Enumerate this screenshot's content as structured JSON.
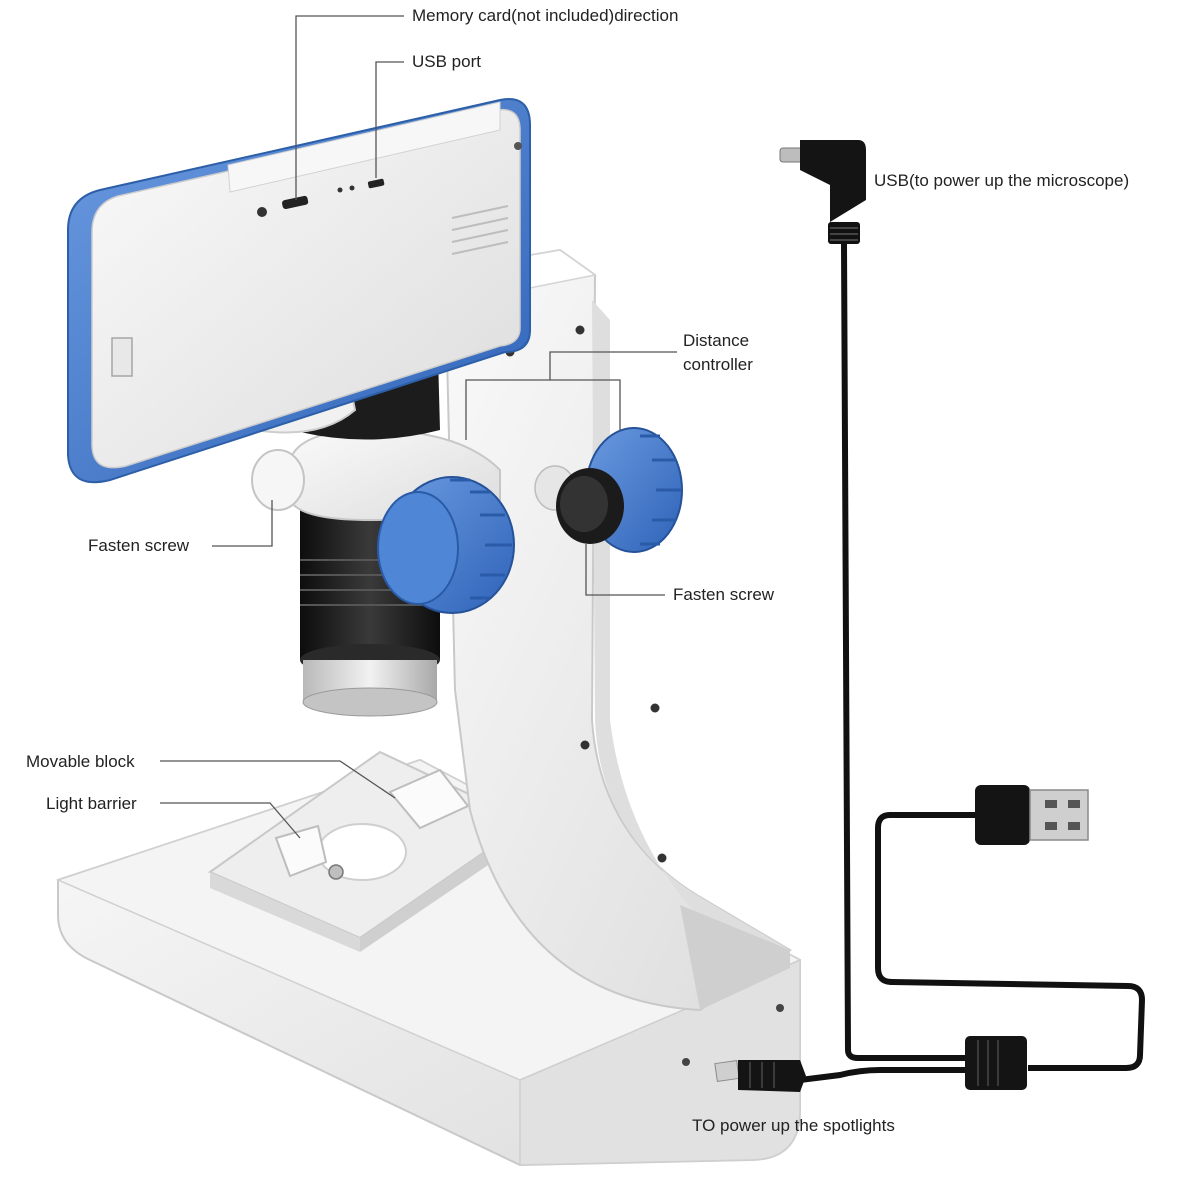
{
  "colors": {
    "accent_blue": "#3f78d0",
    "body_white": "#f3f3f3",
    "shadow_gray": "#d6d6d6",
    "lens_black": "#1a1a1a",
    "cable_black": "#111111",
    "label_text": "#222222",
    "leader_line": "#555555"
  },
  "labels": {
    "memory_card": "Memory card(not included)direction",
    "usb_port": "USB port",
    "usb_power_microscope": "USB(to power up the microscope)",
    "distance_controller_line1": "Distance",
    "distance_controller_line2": "controller",
    "fasten_screw_left": "Fasten screw",
    "fasten_screw_right": "Fasten screw",
    "movable_block": "Movable block",
    "light_barrier": "Light barrier",
    "power_spotlights": "TO power up the spotlights"
  },
  "icons": [
    "microscope-illustration",
    "micro-usb-plug-icon",
    "usb-a-plug-icon",
    "dc-barrel-plug-icon"
  ]
}
